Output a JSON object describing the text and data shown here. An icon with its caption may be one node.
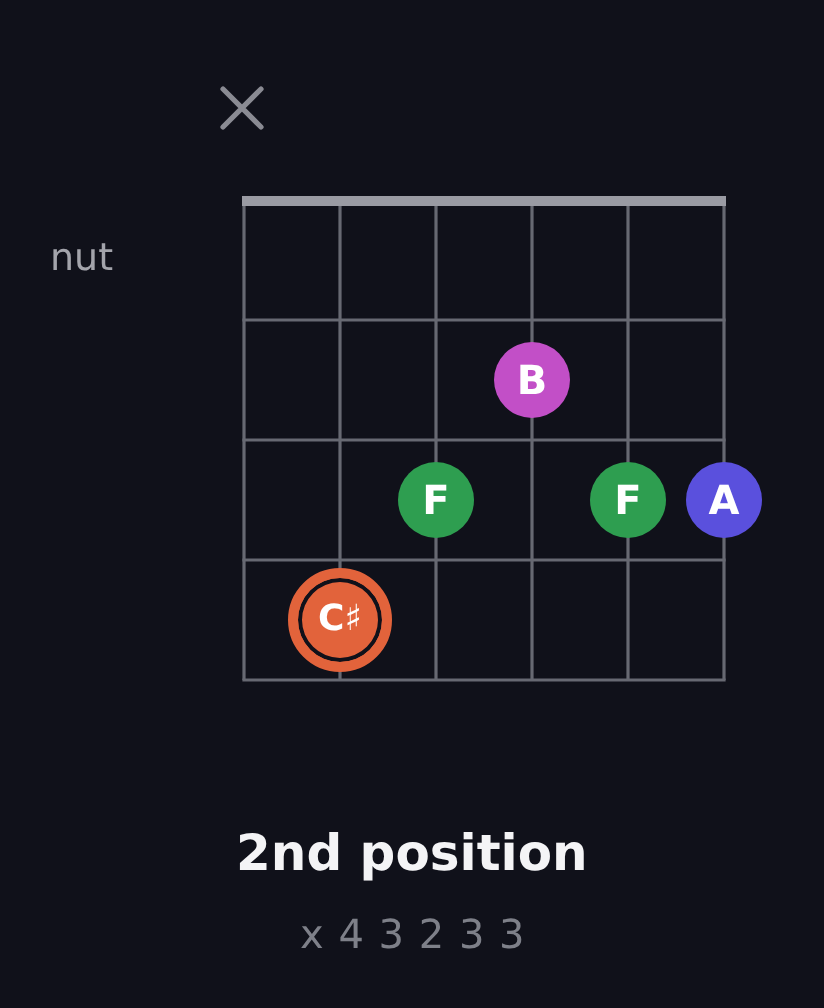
{
  "diagram": {
    "title": "2nd position",
    "nodes": [
      {
        "text": [
          "B"
        ]
      },
      {
        "text": [
          "F"
        ]
      },
      {
        "text": [
          "F"
        ]
      },
      {
        "text": [
          "A"
        ]
      },
      {
        "text": [
          "C♯"
        ]
      }
    ],
    "labels": [
      "nut",
      "x 4 3 2 3 3"
    ]
  }
}
